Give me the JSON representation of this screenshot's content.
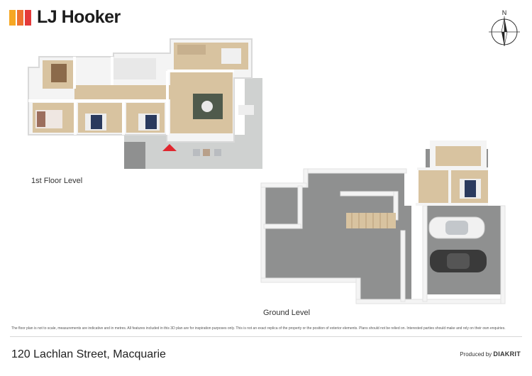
{
  "brand": {
    "name": "LJ Hooker",
    "square_colors": [
      "#f6a723",
      "#ee7230",
      "#e43a3a"
    ]
  },
  "compass": {
    "north_label": "N"
  },
  "floors": [
    {
      "label": "1st Floor Level"
    },
    {
      "label": "Ground Level"
    }
  ],
  "disclaimer": "The floor plan is not to scale, measurements are indicative and in metres. All features included in this 3D plan are for inspiration purposes only. This is not an exact replica of the property or the position of exterior elements. Plans should not be relied on. Interested parties should make and rely on their own enquiries.",
  "address": "120 Lachlan Street, Macquarie",
  "credit": {
    "prefix": "Produced by",
    "company": "DIAKRIT"
  },
  "colors": {
    "floor_wood": "#d8c3a0",
    "wall": "#f2f2f2",
    "concrete": "#9a9a9a",
    "patio": "#c8cac9",
    "sofa": "#4f5a4c",
    "bed_blue": "#2a3a5e",
    "marker": "#e0262e"
  }
}
